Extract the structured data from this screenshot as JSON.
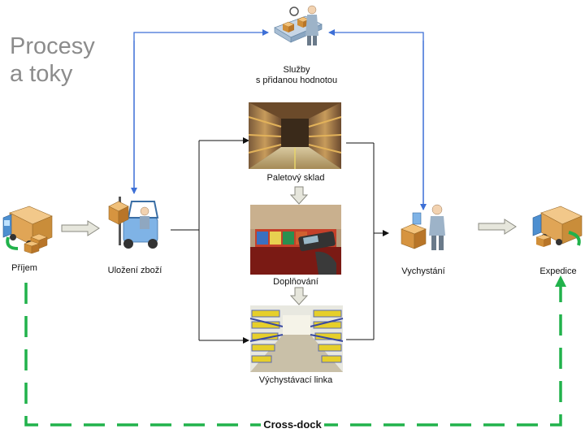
{
  "title": {
    "line1": "Procesy",
    "line2": "a toky"
  },
  "nodes": {
    "receiving": "Příjem",
    "putaway": "Uložení zboží",
    "vas_line1": "Služby",
    "vas_line2": "s přidanou hodnotou",
    "pallet_storage": "Paletový sklad",
    "replenishment": "Doplňování",
    "picking_line": "Výchystávací linka",
    "picking": "Vychystání",
    "dispatch": "Expedice"
  },
  "crossdock_label": "Cross-dock",
  "colors": {
    "blue_arrow": "#3d6fd6",
    "black_arrow": "#111111",
    "crossdock_green": "#21b24b",
    "hollow_arrow_fill": "#e6e6dc",
    "hollow_arrow_stroke": "#8a8a80"
  }
}
